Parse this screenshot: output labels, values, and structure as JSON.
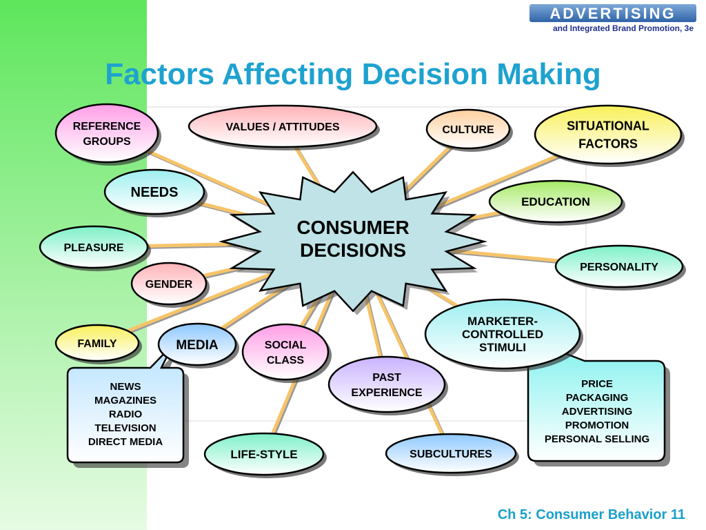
{
  "header": {
    "brand_title": "ADVERTISING",
    "brand_subtitle": "and Integrated Brand Promotion, 3e"
  },
  "slide": {
    "title": "Factors Affecting Decision Making",
    "footer": "Ch 5: Consumer Behavior 11"
  },
  "center": {
    "lines": [
      "CONSUMER",
      "DECISIONS"
    ]
  },
  "factors": [
    {
      "key": "reference-groups",
      "lines": [
        "REFERENCE",
        "GROUPS"
      ]
    },
    {
      "key": "values-attitudes",
      "lines": [
        "VALUES / ATTITUDES"
      ]
    },
    {
      "key": "culture",
      "lines": [
        "CULTURE"
      ]
    },
    {
      "key": "situational-factors",
      "lines": [
        "SITUATIONAL",
        "FACTORS"
      ]
    },
    {
      "key": "needs",
      "lines": [
        "NEEDS"
      ]
    },
    {
      "key": "education",
      "lines": [
        "EDUCATION"
      ]
    },
    {
      "key": "pleasure",
      "lines": [
        "PLEASURE"
      ]
    },
    {
      "key": "personality",
      "lines": [
        "PERSONALITY"
      ]
    },
    {
      "key": "gender",
      "lines": [
        "GENDER"
      ]
    },
    {
      "key": "marketer-controlled-stimuli",
      "lines": [
        "MARKETER-",
        "CONTROLLED",
        "STIMULI"
      ]
    },
    {
      "key": "family",
      "lines": [
        "FAMILY"
      ]
    },
    {
      "key": "media",
      "lines": [
        "MEDIA"
      ]
    },
    {
      "key": "social-class",
      "lines": [
        "SOCIAL",
        "CLASS"
      ]
    },
    {
      "key": "past-experience",
      "lines": [
        "PAST",
        "EXPERIENCE"
      ]
    },
    {
      "key": "life-style",
      "lines": [
        "LIFE-STYLE"
      ]
    },
    {
      "key": "subcultures",
      "lines": [
        "SUBCULTURES"
      ]
    }
  ],
  "callouts": {
    "media": {
      "lines": [
        "NEWS",
        "MAGAZINES",
        "RADIO",
        "TELEVISION",
        "DIRECT MEDIA"
      ]
    },
    "stimuli": {
      "lines": [
        "PRICE",
        "PACKAGING",
        "ADVERTISING",
        "PROMOTION",
        "PERSONAL SELLING"
      ]
    }
  },
  "colors": {
    "accent_title": "#1ea2cf",
    "left_band": "#5ee65c",
    "connector": "#f6c46a",
    "center_fill": "#bfe3e6"
  }
}
